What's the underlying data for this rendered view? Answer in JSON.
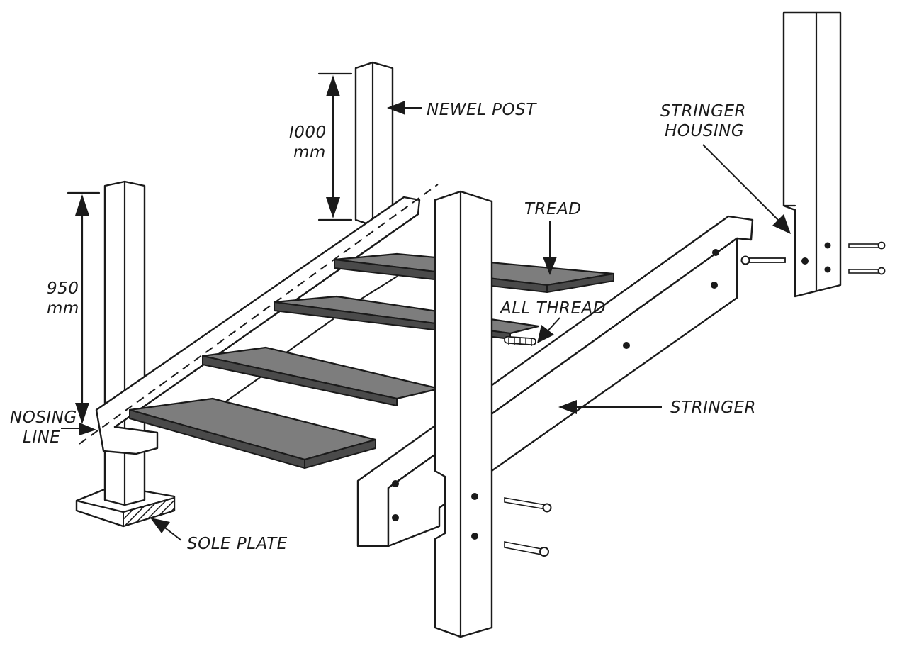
{
  "labels": {
    "newel_post": "NEWEL   POST",
    "stringer_housing_1": "STRINGER",
    "stringer_housing_2": "HOUSING",
    "tread": "TREAD",
    "all_thread": "ALL THREAD",
    "stringer": "STRINGER",
    "nosing_line_1": "NOSING",
    "nosing_line_2": "LINE",
    "sole_plate": "SOLE PLATE",
    "dim_1000_value": "I000",
    "dim_1000_unit": "mm",
    "dim_950_value": "950",
    "dim_950_unit": "mm"
  },
  "colors": {
    "ink": "#1a1a1a",
    "tread": "#7d7d7d",
    "tread_edge": "#4a4a4a",
    "background": "#ffffff"
  }
}
